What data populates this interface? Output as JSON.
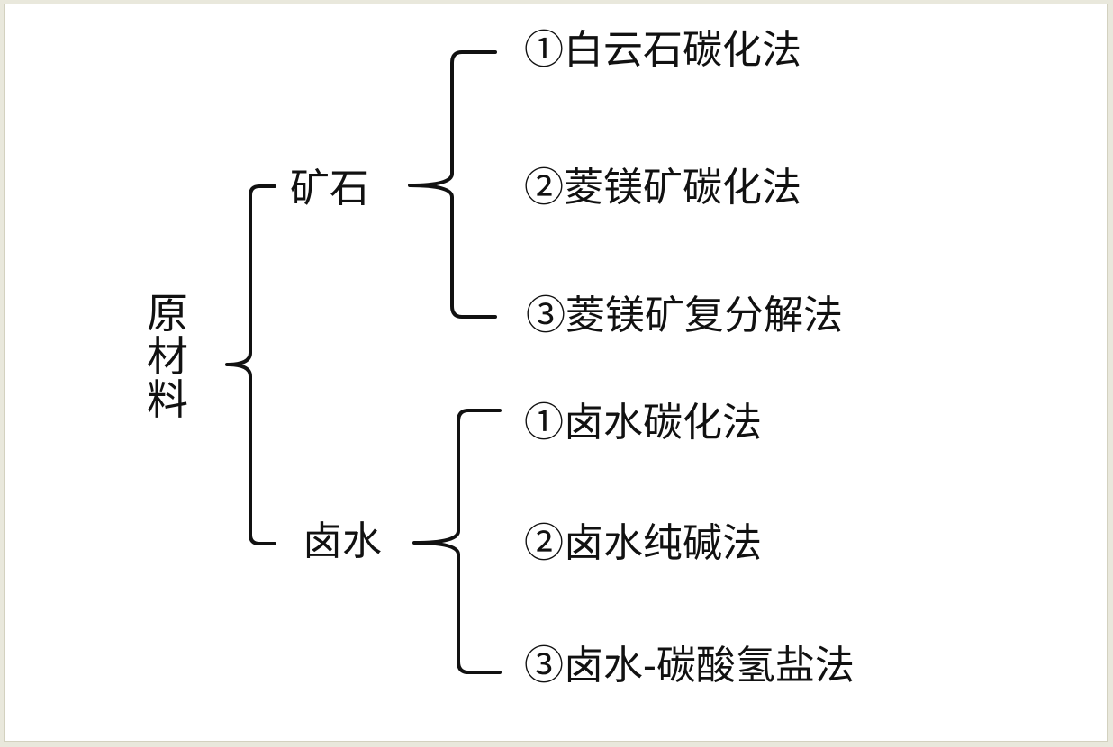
{
  "root": "原材料",
  "branches": [
    {
      "label": "矿石",
      "methods": [
        "①白云石碳化法",
        "②菱镁矿碳化法",
        "③菱镁矿复分解法"
      ]
    },
    {
      "label": "卤水",
      "methods": [
        "①卤水碳化法",
        "②卤水纯碱法",
        "③卤水-碳酸氢盐法"
      ]
    }
  ]
}
